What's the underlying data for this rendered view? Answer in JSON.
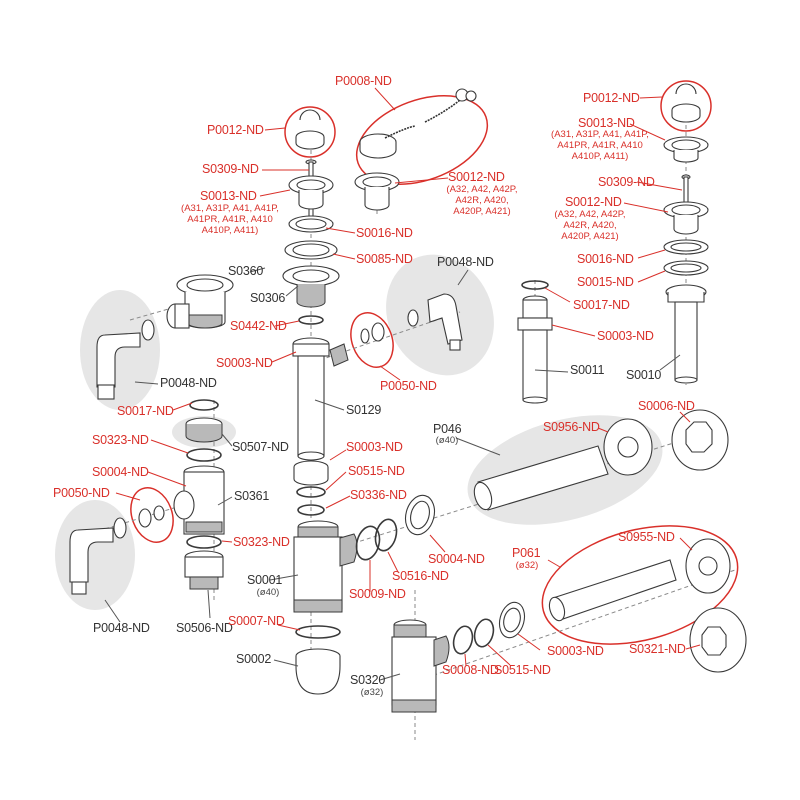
{
  "diagram": {
    "title": "Siphon / waste kit exploded parts diagram",
    "colors": {
      "spare_part_label": "#d9302a",
      "component_label": "#333333",
      "highlight_group": "#e6e6e6",
      "outline": "#3a3a3a"
    },
    "labels": {
      "p0008": "P0008-ND",
      "p0012_left": "P0012-ND",
      "p0012_right": "P0012-ND",
      "s0309_left": "S0309-ND",
      "s0309_right": "S0309-ND",
      "s0013_left": "S0013-ND",
      "s0013_left_models": [
        "(A31, A31P, A41, A41P,",
        "A41PR, A41R, A410",
        "A410P, A411)"
      ],
      "s0013_right": "S0013-ND",
      "s0013_right_models": [
        "(A31, A31P, A41, A41P,",
        "A41PR, A41R, A410",
        "A410P, A411)"
      ],
      "s0012_mid": "S0012-ND",
      "s0012_mid_models": [
        "(A32, A42, A42P,",
        "A42R, A420,",
        "A420P, A421)"
      ],
      "s0012_right": "S0012-ND",
      "s0012_right_models": [
        "(A32, A42, A42P,",
        "A42R, A420,",
        "A420P, A421)"
      ],
      "s0016_left": "S0016-ND",
      "s0016_right": "S0016-ND",
      "s0085": "S0085-ND",
      "s0015": "S0015-ND",
      "s0017_right": "S0017-ND",
      "s0003_right": "S0003-ND",
      "s0011": "S0011",
      "s0010": "S0010",
      "s0360": "S0360",
      "s0306": "S0306",
      "p0048_top": "P0048-ND",
      "p0048_left_top": "P0048-ND",
      "p0048_left_bottom": "P0048-ND",
      "s0442": "S0442-ND",
      "s0003_upper": "S0003-ND",
      "p0050_upper": "P0050-ND",
      "s0129": "S0129",
      "s0017_left": "S0017-ND",
      "s0323_top": "S0323-ND",
      "s0507": "S0507-ND",
      "s0004_left": "S0004-ND",
      "p0050_left": "P0050-ND",
      "s0361": "S0361",
      "s0323_bottom": "S0323-ND",
      "s0506": "S0506-ND",
      "s0003_mid": "S0003-ND",
      "s0515_mid": "S0515-ND",
      "s0336": "S0336-ND",
      "s0004_mid": "S0004-ND",
      "s0516": "S0516-ND",
      "s0009": "S0009-ND",
      "s0001": "S0001",
      "s0001_size": "(ø40)",
      "s0007": "S0007-ND",
      "s0002": "S0002",
      "p046": "P046",
      "p046_size": "(ø40)",
      "s0956": "S0956-ND",
      "s0006": "S0006-ND",
      "p061": "P061",
      "p061_size": "(ø32)",
      "s0955": "S0955-ND",
      "s0321": "S0321-ND",
      "s0320": "S0320",
      "s0320_size": "(ø32)",
      "s0008": "S0008-ND",
      "s0515_low": "S0515-ND",
      "s0003_low": "S0003-ND"
    }
  }
}
